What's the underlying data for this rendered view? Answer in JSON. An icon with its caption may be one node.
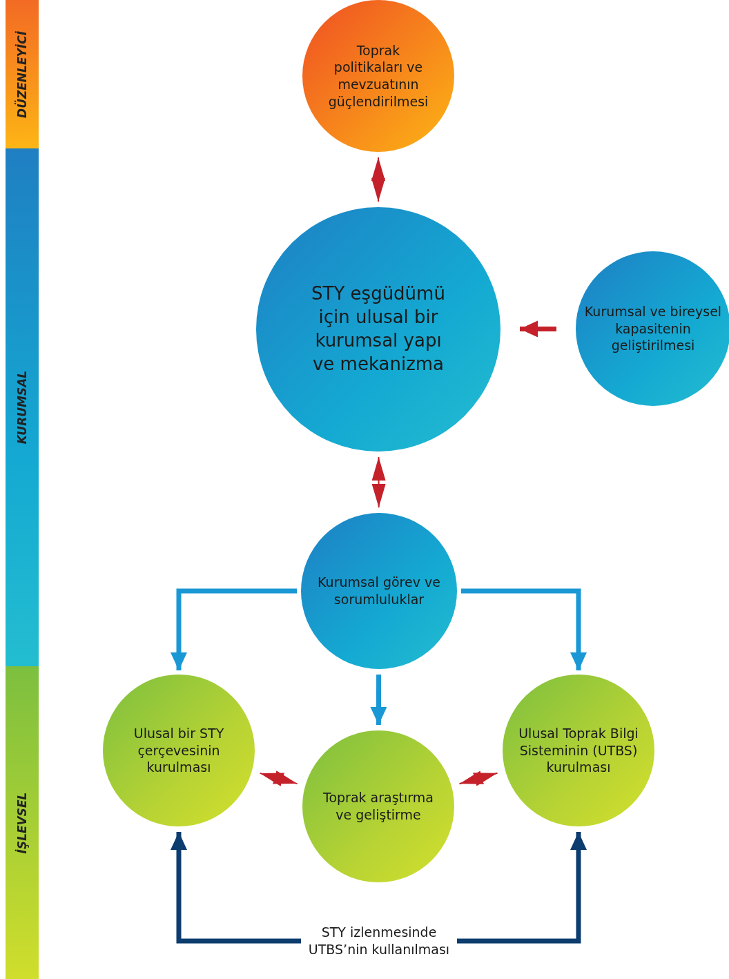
{
  "diagram": {
    "nodes": [
      {
        "text": [
          "DÜZENLEYİCİ"
        ]
      },
      {
        "text": [
          "KURUMSAL"
        ]
      },
      {
        "text": [
          "İŞLEVSEL"
        ]
      },
      {
        "text": [
          "Toprak politikaları ve mevzuatının güçlendirilmesi"
        ]
      },
      {
        "text": [
          "STY eşgüdümü için ulusal bir kurumsal yapı ve mekanizma"
        ]
      },
      {
        "text": [
          "Kurumsal ve bireysel kapasitenin geliştirilmesi"
        ]
      },
      {
        "text": [
          "Kurumsal görev ve sorumluluklar"
        ]
      },
      {
        "text": [
          "Ulusal bir STY çerçevesinin kurulması"
        ]
      },
      {
        "text": [
          "Toprak araştırma ve geliştirme"
        ]
      },
      {
        "text": [
          "Ulusal Toprak Bilgi Sisteminin (UTBS) kurulması"
        ]
      },
      {
        "text": [
          "STY izlenmesinde UTBS’nin kullanılması"
        ]
      }
    ],
    "edges": [
      {
        "from": 3,
        "to": 4,
        "arrow": "both"
      },
      {
        "from": 5,
        "to": 4,
        "arrow": "to"
      },
      {
        "from": 4,
        "to": 6,
        "arrow": "both"
      },
      {
        "from": 6,
        "to": 7,
        "arrow": "to",
        "color": "#1a98d5"
      },
      {
        "from": 6,
        "to": 8,
        "arrow": "to",
        "color": "#1a98d5"
      },
      {
        "from": 6,
        "to": 9,
        "arrow": "to",
        "color": "#1a98d5"
      },
      {
        "from": 7,
        "to": 8,
        "arrow": "both"
      },
      {
        "from": 9,
        "to": 8,
        "arrow": "both"
      },
      {
        "from": 10,
        "to": 7,
        "arrow": "to",
        "color": "#0d3c6e"
      },
      {
        "from": 10,
        "to": 9,
        "arrow": "to",
        "color": "#0d3c6e"
      }
    ]
  }
}
